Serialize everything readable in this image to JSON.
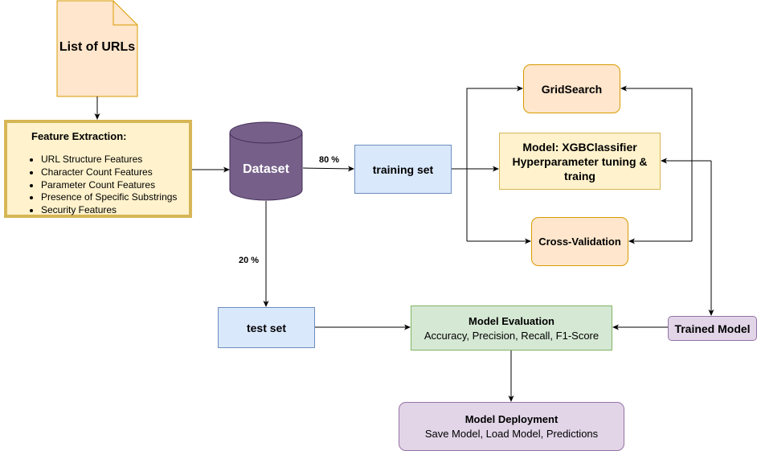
{
  "nodes": {
    "urls": {
      "label": "List of URLs"
    },
    "feature_extraction": {
      "title": "Feature Extraction:",
      "items": [
        "URL Structure Features",
        "Character Count Features",
        "Parameter Count Features",
        "Presence of Specific Substrings",
        "Security Features"
      ]
    },
    "dataset": {
      "label": "Dataset"
    },
    "training_set": {
      "label": "training set"
    },
    "test_set": {
      "label": "test set"
    },
    "gridsearch": {
      "label": "GridSearch"
    },
    "model": {
      "line1": "Model: XGBClassifier",
      "line2": "Hyperparameter tuning &",
      "line3": "traing"
    },
    "cross_validation": {
      "label": "Cross-Validation"
    },
    "evaluation": {
      "title": "Model Evaluation",
      "subtitle": "Accuracy, Precision, Recall, F1-Score"
    },
    "trained_model": {
      "label": "Trained Model"
    },
    "deployment": {
      "title": "Model Deployment",
      "subtitle": "Save Model, Load Model, Predictions"
    }
  },
  "edges": {
    "train_split": "80 %",
    "test_split": "20 %"
  },
  "colors": {
    "document_fill": "#ffe6cc",
    "document_stroke": "#d79b00",
    "cylinder_fill": "#76608a",
    "cylinder_stroke": "#432d57",
    "arrow": "#000000"
  }
}
